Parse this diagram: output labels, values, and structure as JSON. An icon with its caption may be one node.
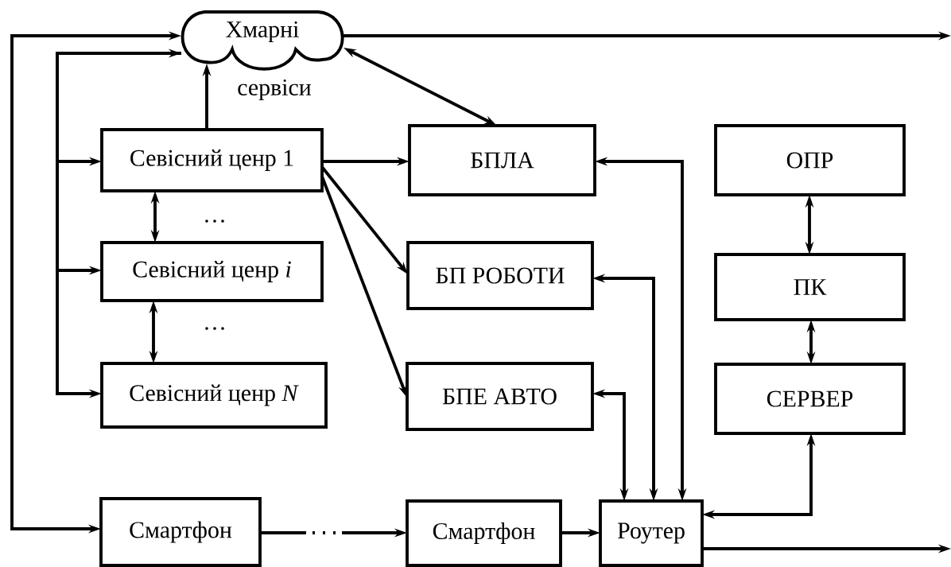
{
  "diagram": {
    "nodes": [
      {
        "text": [
          "Хмарні",
          "сервіси"
        ]
      },
      {
        "text": [
          "Севісний ценр 1"
        ]
      },
      {
        "text": [
          "Севісний ценр *i*"
        ]
      },
      {
        "text": [
          "Севісний ценр *N*"
        ]
      },
      {
        "text": [
          "БПЛА"
        ]
      },
      {
        "text": [
          "БП РОБОТИ"
        ]
      },
      {
        "text": [
          "БПЕ АВТО"
        ]
      },
      {
        "text": [
          "ОПР"
        ]
      },
      {
        "text": [
          "ПК"
        ]
      },
      {
        "text": [
          "СЕРВЕР"
        ]
      },
      {
        "text": [
          "Смартфон"
        ]
      },
      {
        "text": [
          "Смартфон"
        ]
      },
      {
        "text": [
          "Роутер"
        ]
      }
    ],
    "edges": [
      {
        "from": 0,
        "to": null,
        "arrow": "to"
      },
      {
        "from": 12,
        "to": null,
        "arrow": "to"
      },
      {
        "from": 10,
        "to": 0,
        "arrow": "both"
      },
      {
        "from": 0,
        "to": 1,
        "arrow": "both"
      },
      {
        "from": 0,
        "to": 2,
        "arrow": "both"
      },
      {
        "from": 0,
        "to": 3,
        "arrow": "both"
      },
      {
        "from": 1,
        "to": 0,
        "arrow": "to"
      },
      {
        "from": 0,
        "to": 4,
        "arrow": "both"
      },
      {
        "from": 1,
        "to": 4,
        "arrow": "to"
      },
      {
        "from": 1,
        "to": 5,
        "arrow": "to"
      },
      {
        "from": 1,
        "to": 6,
        "arrow": "to"
      },
      {
        "from": 1,
        "to": 2,
        "arrow": "both"
      },
      {
        "from": 2,
        "to": 3,
        "arrow": "both"
      },
      {
        "from": 4,
        "to": 12,
        "arrow": "both"
      },
      {
        "from": 5,
        "to": 12,
        "arrow": "both"
      },
      {
        "from": 6,
        "to": 12,
        "arrow": "both"
      },
      {
        "from": 7,
        "to": 8,
        "arrow": "both"
      },
      {
        "from": 8,
        "to": 9,
        "arrow": "both"
      },
      {
        "from": 9,
        "to": 12,
        "arrow": "both"
      },
      {
        "from": 10,
        "to": 11,
        "arrow": "to",
        "style": "dashed"
      },
      {
        "from": 11,
        "to": 12,
        "arrow": "to"
      }
    ],
    "labels": [
      "…",
      "…"
    ]
  }
}
